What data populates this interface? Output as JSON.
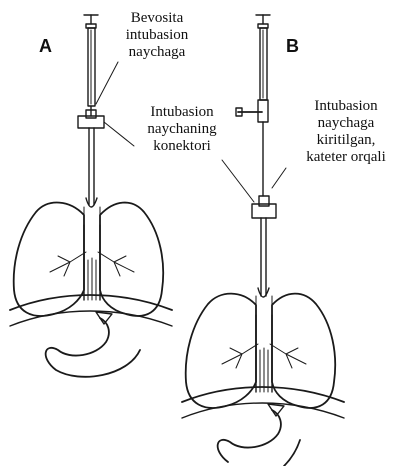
{
  "panels": {
    "a": {
      "label": "A",
      "caption_lines": [
        "Bevosita",
        "intubasion",
        "naychaga"
      ]
    },
    "b": {
      "label": "B",
      "caption_lines": [
        "Intubasion",
        "naychaga",
        "kiritilgan,",
        "kateter orqali"
      ]
    }
  },
  "connector_caption_lines": [
    "Intubasion",
    "naychaning",
    "konektori"
  ],
  "colors": {
    "ink": "#1a1a1a",
    "background": "#ffffff"
  }
}
